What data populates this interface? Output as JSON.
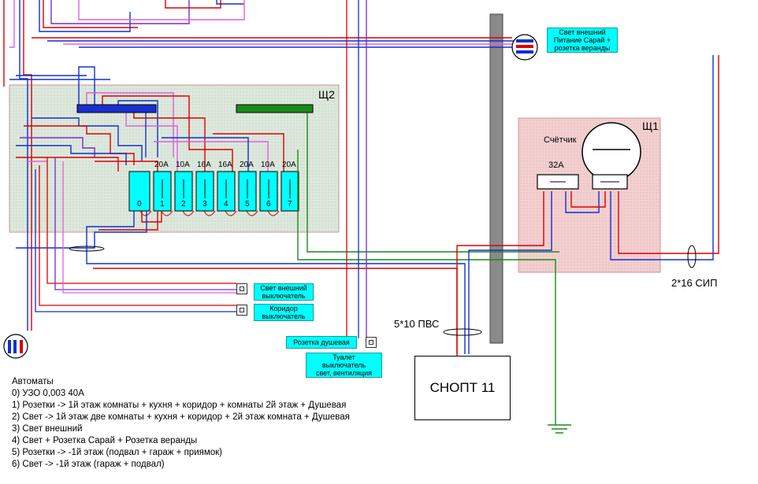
{
  "panels": {
    "shield2": "Щ2",
    "shield1": "Щ1",
    "meter_label": "Счётчик",
    "main_breaker": "32А"
  },
  "breakers": {
    "ratings": [
      "20А",
      "10А",
      "16А",
      "16А",
      "20А",
      "10А",
      "20А"
    ],
    "numbers": [
      "0",
      "1",
      "2",
      "3",
      "4",
      "5",
      "6",
      "7"
    ]
  },
  "tags": {
    "outer_light": "Свет внешний\nПитание Сарай +\nрозетка веранды",
    "outer_switch": "Свет внешний\nвыключатель",
    "corridor_switch": "Коридор\nвыключатель",
    "shower_socket": "Розетка душевая",
    "toilet_switch": "Туалет\nвыключатель\nсвет, вентиляция"
  },
  "cables": {
    "pvs": "5*10 ПВС",
    "sip": "2*16 СИП"
  },
  "snopt": "СНОПТ 11",
  "legend": {
    "title": "Автоматы",
    "items": [
      "0) УЗО 0,003 40А",
      "1) Розетки -> 1й этаж комнаты + кухня + коридор + комнаты 2й этаж + Душевая",
      "2) Свет -> 1й этаж две комнаты + кухня + коридор + 2й этаж комната + Душевая",
      "3) Свет внешний",
      "4) Свет + Розетка Сарай + Розетка веранды",
      "5) Розетки -> -1й этаж (подвал + гараж + приямок)",
      "6) Свет -> -1й этаж (гараж + подвал)"
    ]
  }
}
